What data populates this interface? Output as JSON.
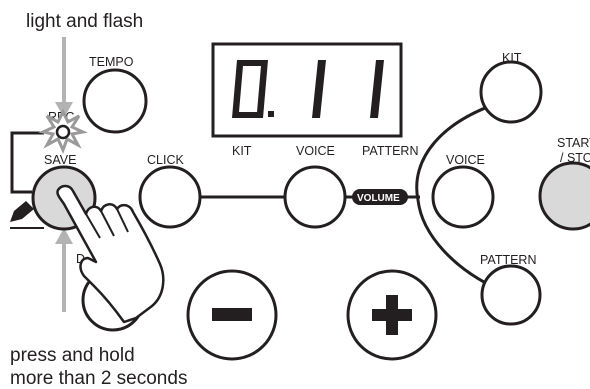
{
  "annotations": {
    "top_note": "light and flash",
    "bottom_note_line1": "press and hold",
    "bottom_note_line2": "more than 2 seconds"
  },
  "display": {
    "digits": [
      "0.",
      "1",
      "1"
    ],
    "labels": [
      "KIT",
      "VOICE",
      "PATTERN"
    ]
  },
  "buttons": {
    "tempo": "TEMPO",
    "rec": "REC",
    "save": "SAVE",
    "click": "CLICK",
    "kit": "KIT",
    "voice": "VOICE",
    "start_stop_line1": "START",
    "start_stop_line2": "/ STOP",
    "pattern": "PATTERN",
    "minus": "−",
    "plus": "+"
  },
  "volume_label": "VOLUME",
  "colors": {
    "ink": "#231f20",
    "gray_button": "#d9d9d9",
    "arrow_gray": "#b3b3b3"
  }
}
